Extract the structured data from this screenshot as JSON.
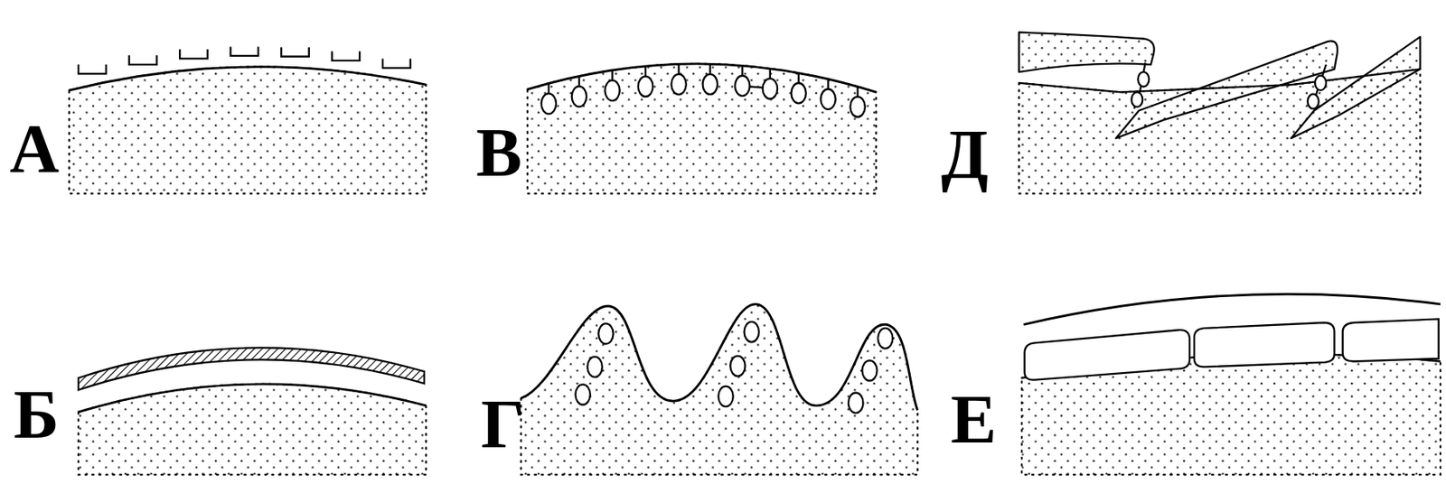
{
  "diagram": {
    "labels": [
      "А",
      "В",
      "Д",
      "Б",
      "Г",
      "Е"
    ]
  }
}
